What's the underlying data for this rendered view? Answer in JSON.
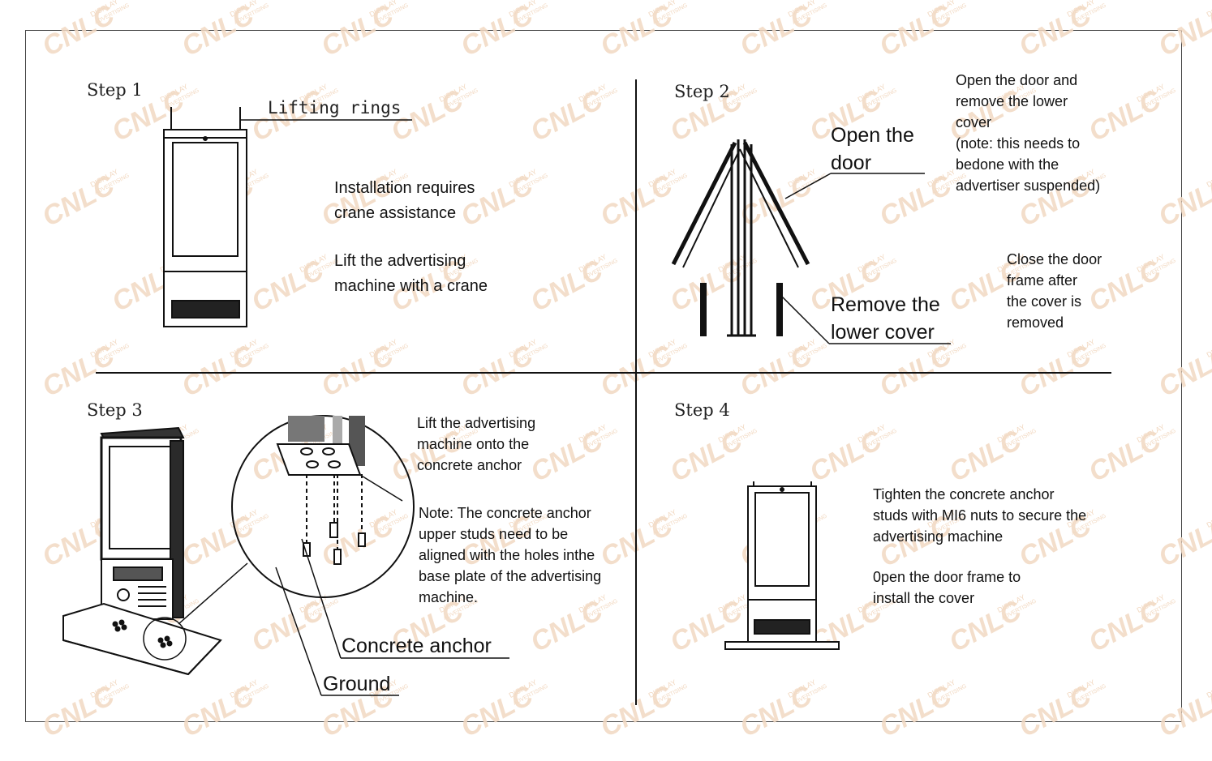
{
  "watermark": {
    "brand": "CNLC",
    "sub1": "DISPLAY",
    "sub2": "ADVERTISING",
    "color": "#f2d9c2"
  },
  "step1": {
    "title": "Step 1",
    "label_rings": "Lifting rings",
    "text_crane": "Installation requires\ncrane assistance",
    "text_lift": "Lift the advertising\nmachine with a crane"
  },
  "step2": {
    "title": "Step 2",
    "label_door": "Open the\ndoor",
    "text_open": "Open the door and\nremove the lower\ncover\n(note: this needs to\nbedone with the\nadvertiser suspended)",
    "label_cover": "Remove the\nlower cover",
    "text_close": "Close the door\nframe after\n the cover is\nremoved"
  },
  "step3": {
    "title": "Step 3",
    "text_lift": "Lift the advertising\nmachine onto the\nconcrete anchor",
    "text_note": "Note: The concrete anchor\nupper studs need to be\naligned with the holes inthe\nbase plate of the advertising\n machine.",
    "label_anchor": "Concrete anchor",
    "label_ground": "Ground"
  },
  "step4": {
    "title": "Step 4",
    "text_tighten": "Tighten the concrete anchor\nstuds with MI6 nuts to secure the\nadvertising machine",
    "text_open": "0pen the door frame to\ninstall the cover"
  }
}
